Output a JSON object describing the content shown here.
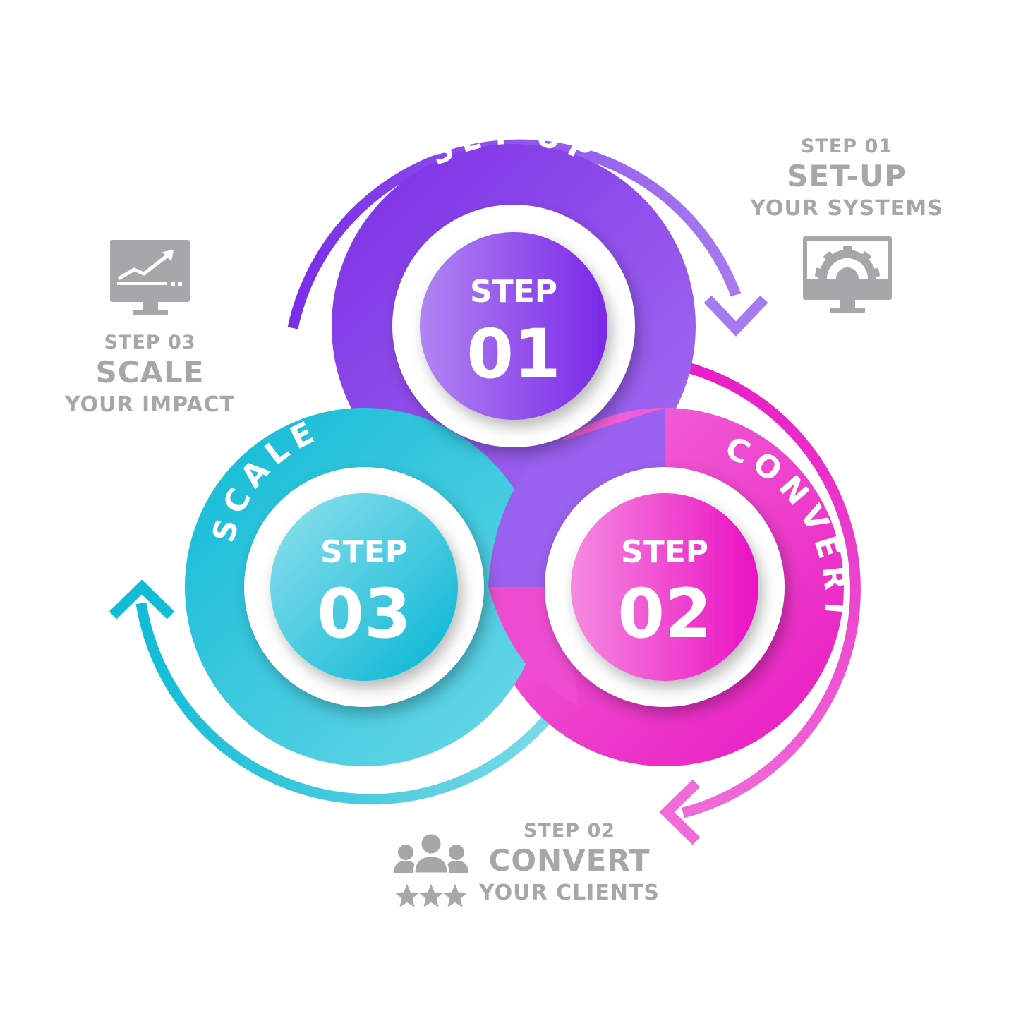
{
  "colors": {
    "purple": "#8a3fe8",
    "magenta": "#ec1cc4",
    "cyan": "#17bfd8",
    "gray_text": "#a5a7a9"
  },
  "steps": [
    {
      "ring_label": "SET-UP",
      "badge_top": "STEP",
      "badge_number": "01",
      "side_small": "STEP 01",
      "side_big": "SET-UP",
      "side_desc": "YOUR SYSTEMS",
      "icon": "monitor-gear-icon"
    },
    {
      "ring_label": "CONVERT",
      "badge_top": "STEP",
      "badge_number": "02",
      "side_small": "STEP 02",
      "side_big": "CONVERT",
      "side_desc": "YOUR CLIENTS",
      "icon": "people-stars-icon"
    },
    {
      "ring_label": "SCALE",
      "badge_top": "STEP",
      "badge_number": "03",
      "side_small": "STEP 03",
      "side_big": "SCALE",
      "side_desc": "YOUR IMPACT",
      "icon": "monitor-growth-chart-icon"
    }
  ]
}
